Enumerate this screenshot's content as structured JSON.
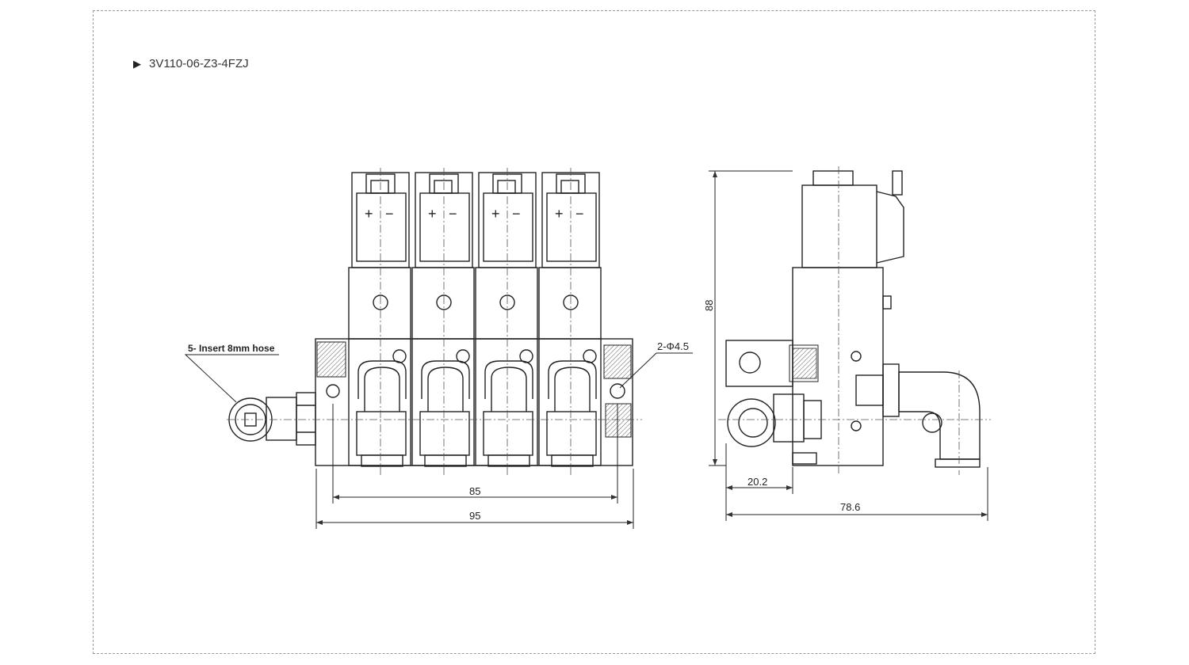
{
  "header": {
    "title": "3V110-06-Z3-4FZJ"
  },
  "front_view": {
    "coil_terminals": [
      {
        "plus": "+",
        "minus": "−"
      },
      {
        "plus": "+",
        "minus": "−"
      },
      {
        "plus": "+",
        "minus": "−"
      },
      {
        "plus": "+",
        "minus": "−"
      }
    ],
    "hose_note": "5- Insert 8mm hose",
    "hole_note": "2-Φ4.5",
    "dim_85": "85",
    "dim_95": "95"
  },
  "side_view": {
    "dim_88": "88",
    "dim_20_2": "20.2",
    "dim_78_6": "78.6"
  }
}
